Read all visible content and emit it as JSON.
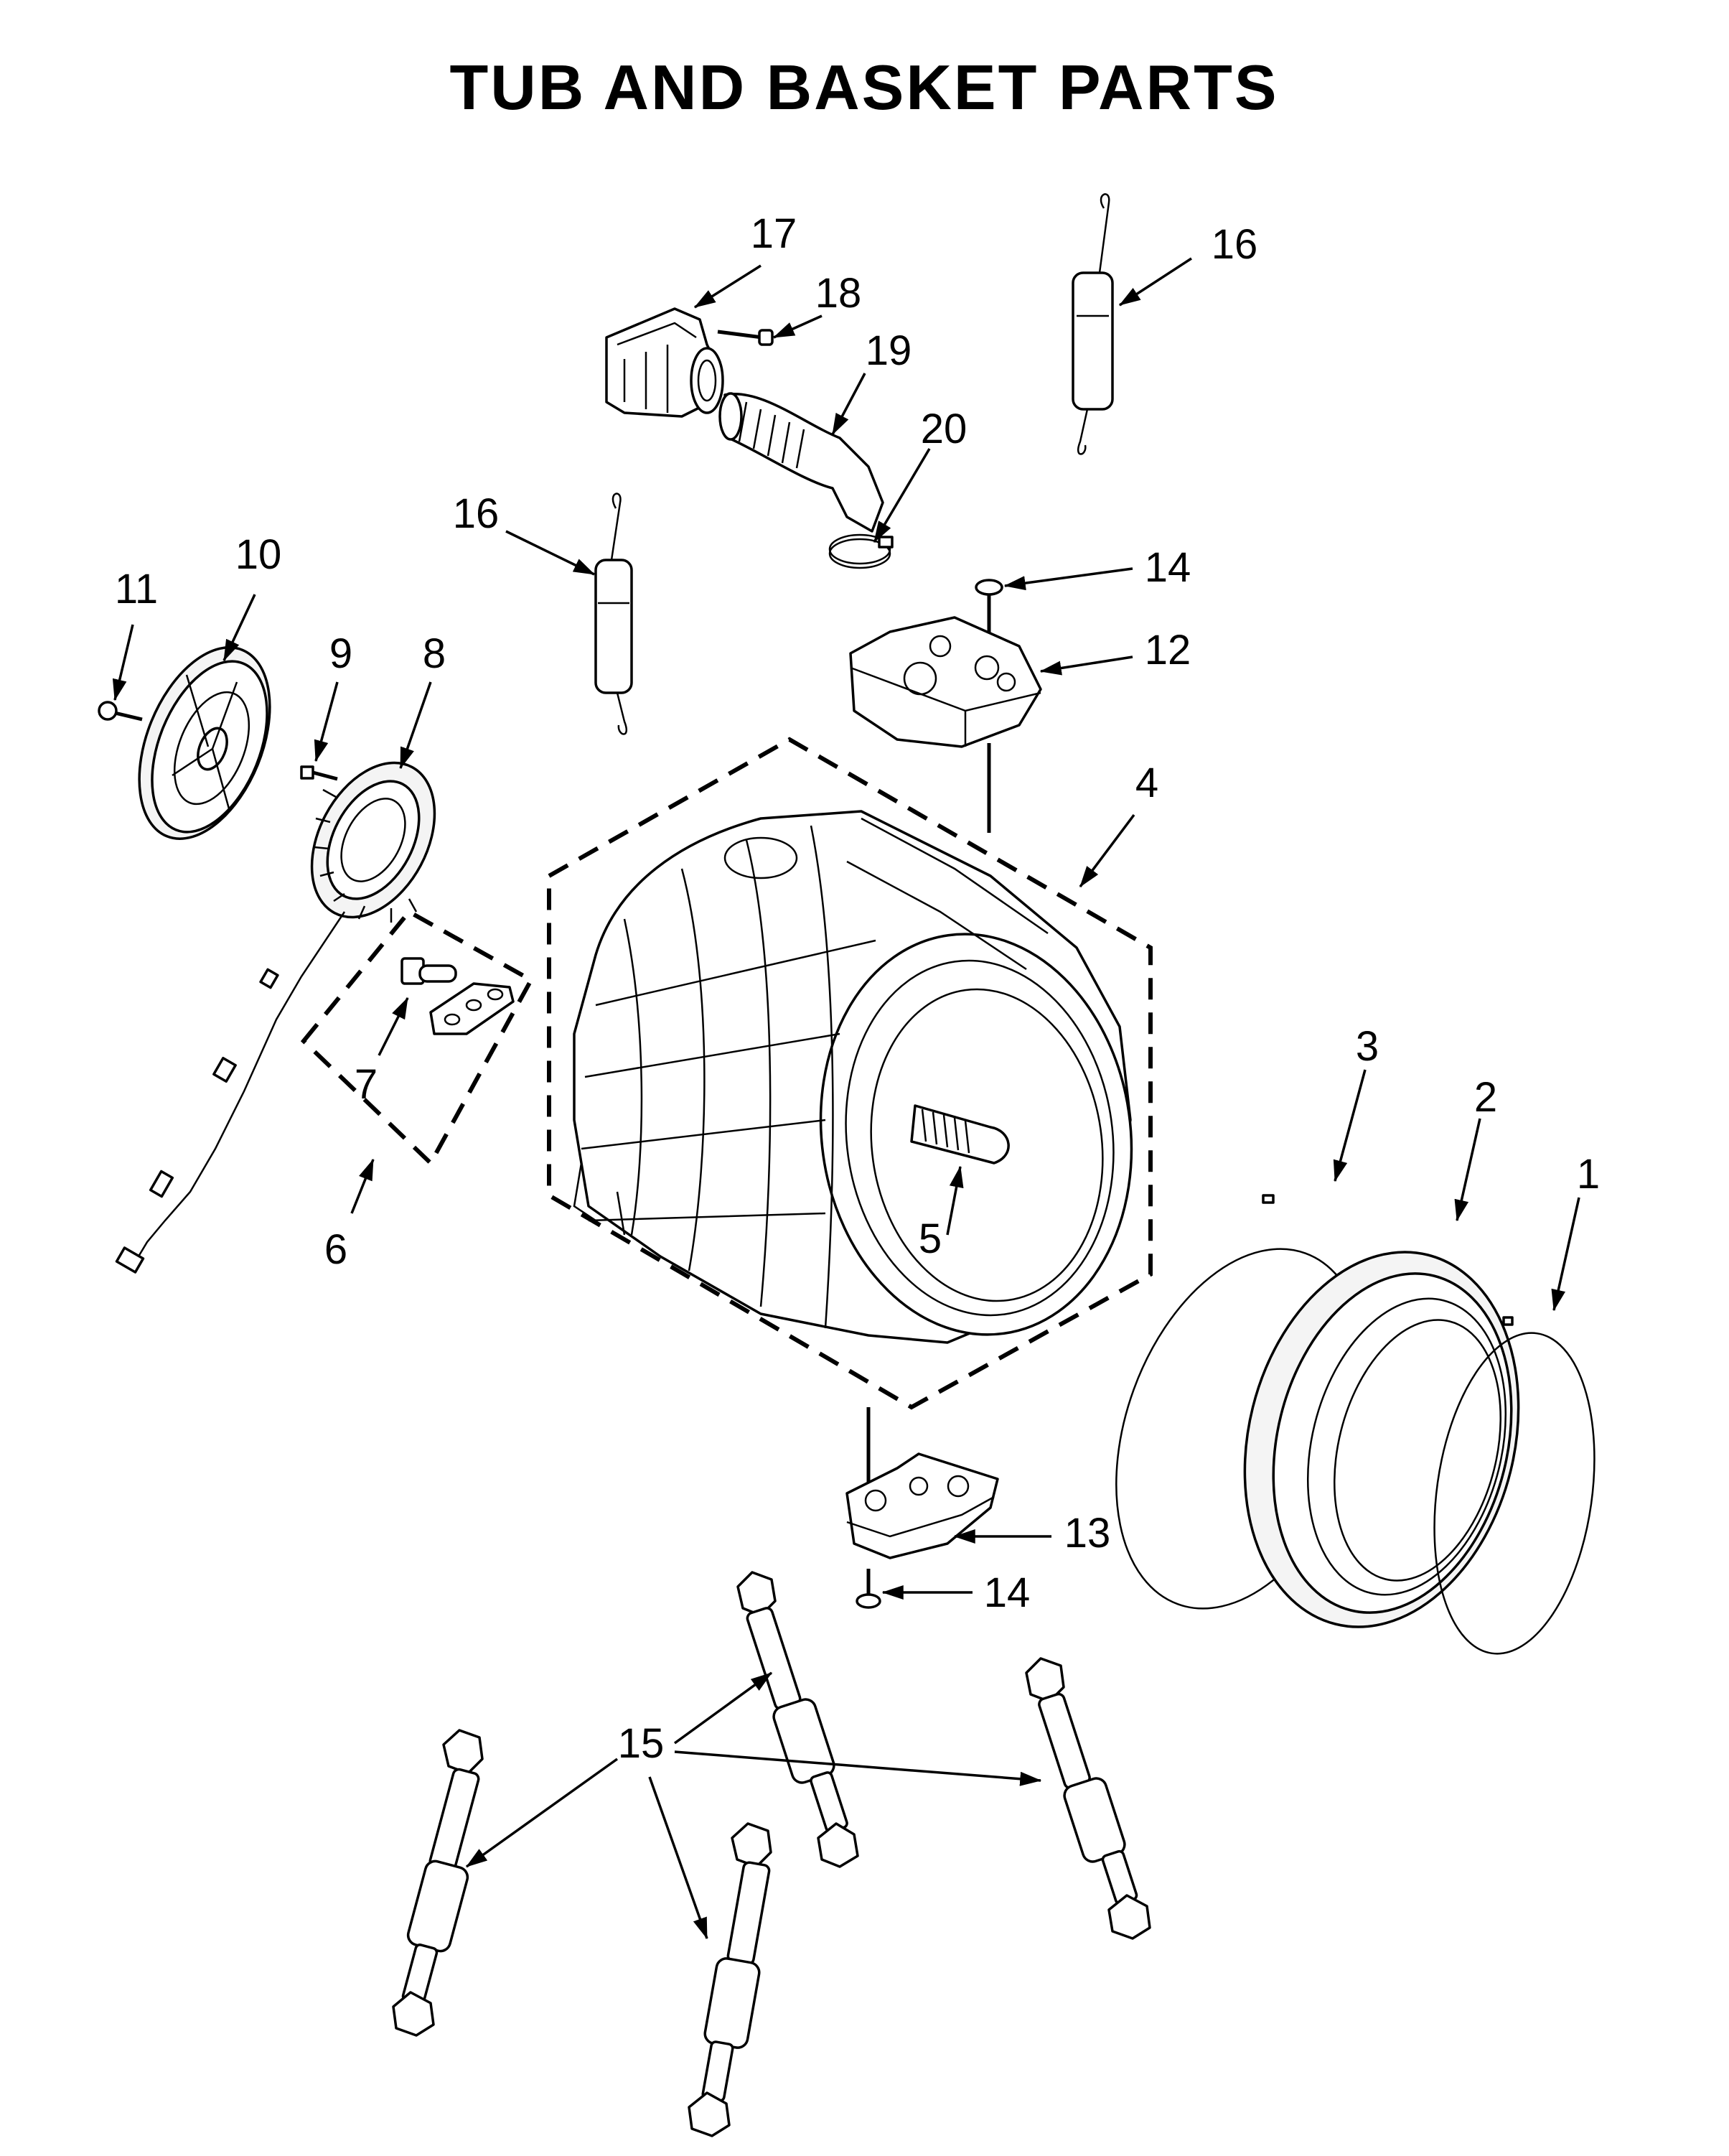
{
  "title": "TUB AND BASKET PARTS",
  "callouts": [
    {
      "id": "1",
      "label": "1"
    },
    {
      "id": "2",
      "label": "2"
    },
    {
      "id": "3",
      "label": "3"
    },
    {
      "id": "4",
      "label": "4"
    },
    {
      "id": "5",
      "label": "5"
    },
    {
      "id": "6",
      "label": "6"
    },
    {
      "id": "7",
      "label": "7"
    },
    {
      "id": "8",
      "label": "8"
    },
    {
      "id": "9",
      "label": "9"
    },
    {
      "id": "10",
      "label": "10"
    },
    {
      "id": "11",
      "label": "11"
    },
    {
      "id": "12",
      "label": "12"
    },
    {
      "id": "13",
      "label": "13"
    },
    {
      "id": "14a",
      "label": "14"
    },
    {
      "id": "14b",
      "label": "14"
    },
    {
      "id": "15",
      "label": "15"
    },
    {
      "id": "16a",
      "label": "16"
    },
    {
      "id": "16b",
      "label": "16"
    },
    {
      "id": "17",
      "label": "17"
    },
    {
      "id": "18",
      "label": "18"
    },
    {
      "id": "19",
      "label": "19"
    },
    {
      "id": "20",
      "label": "20"
    }
  ]
}
